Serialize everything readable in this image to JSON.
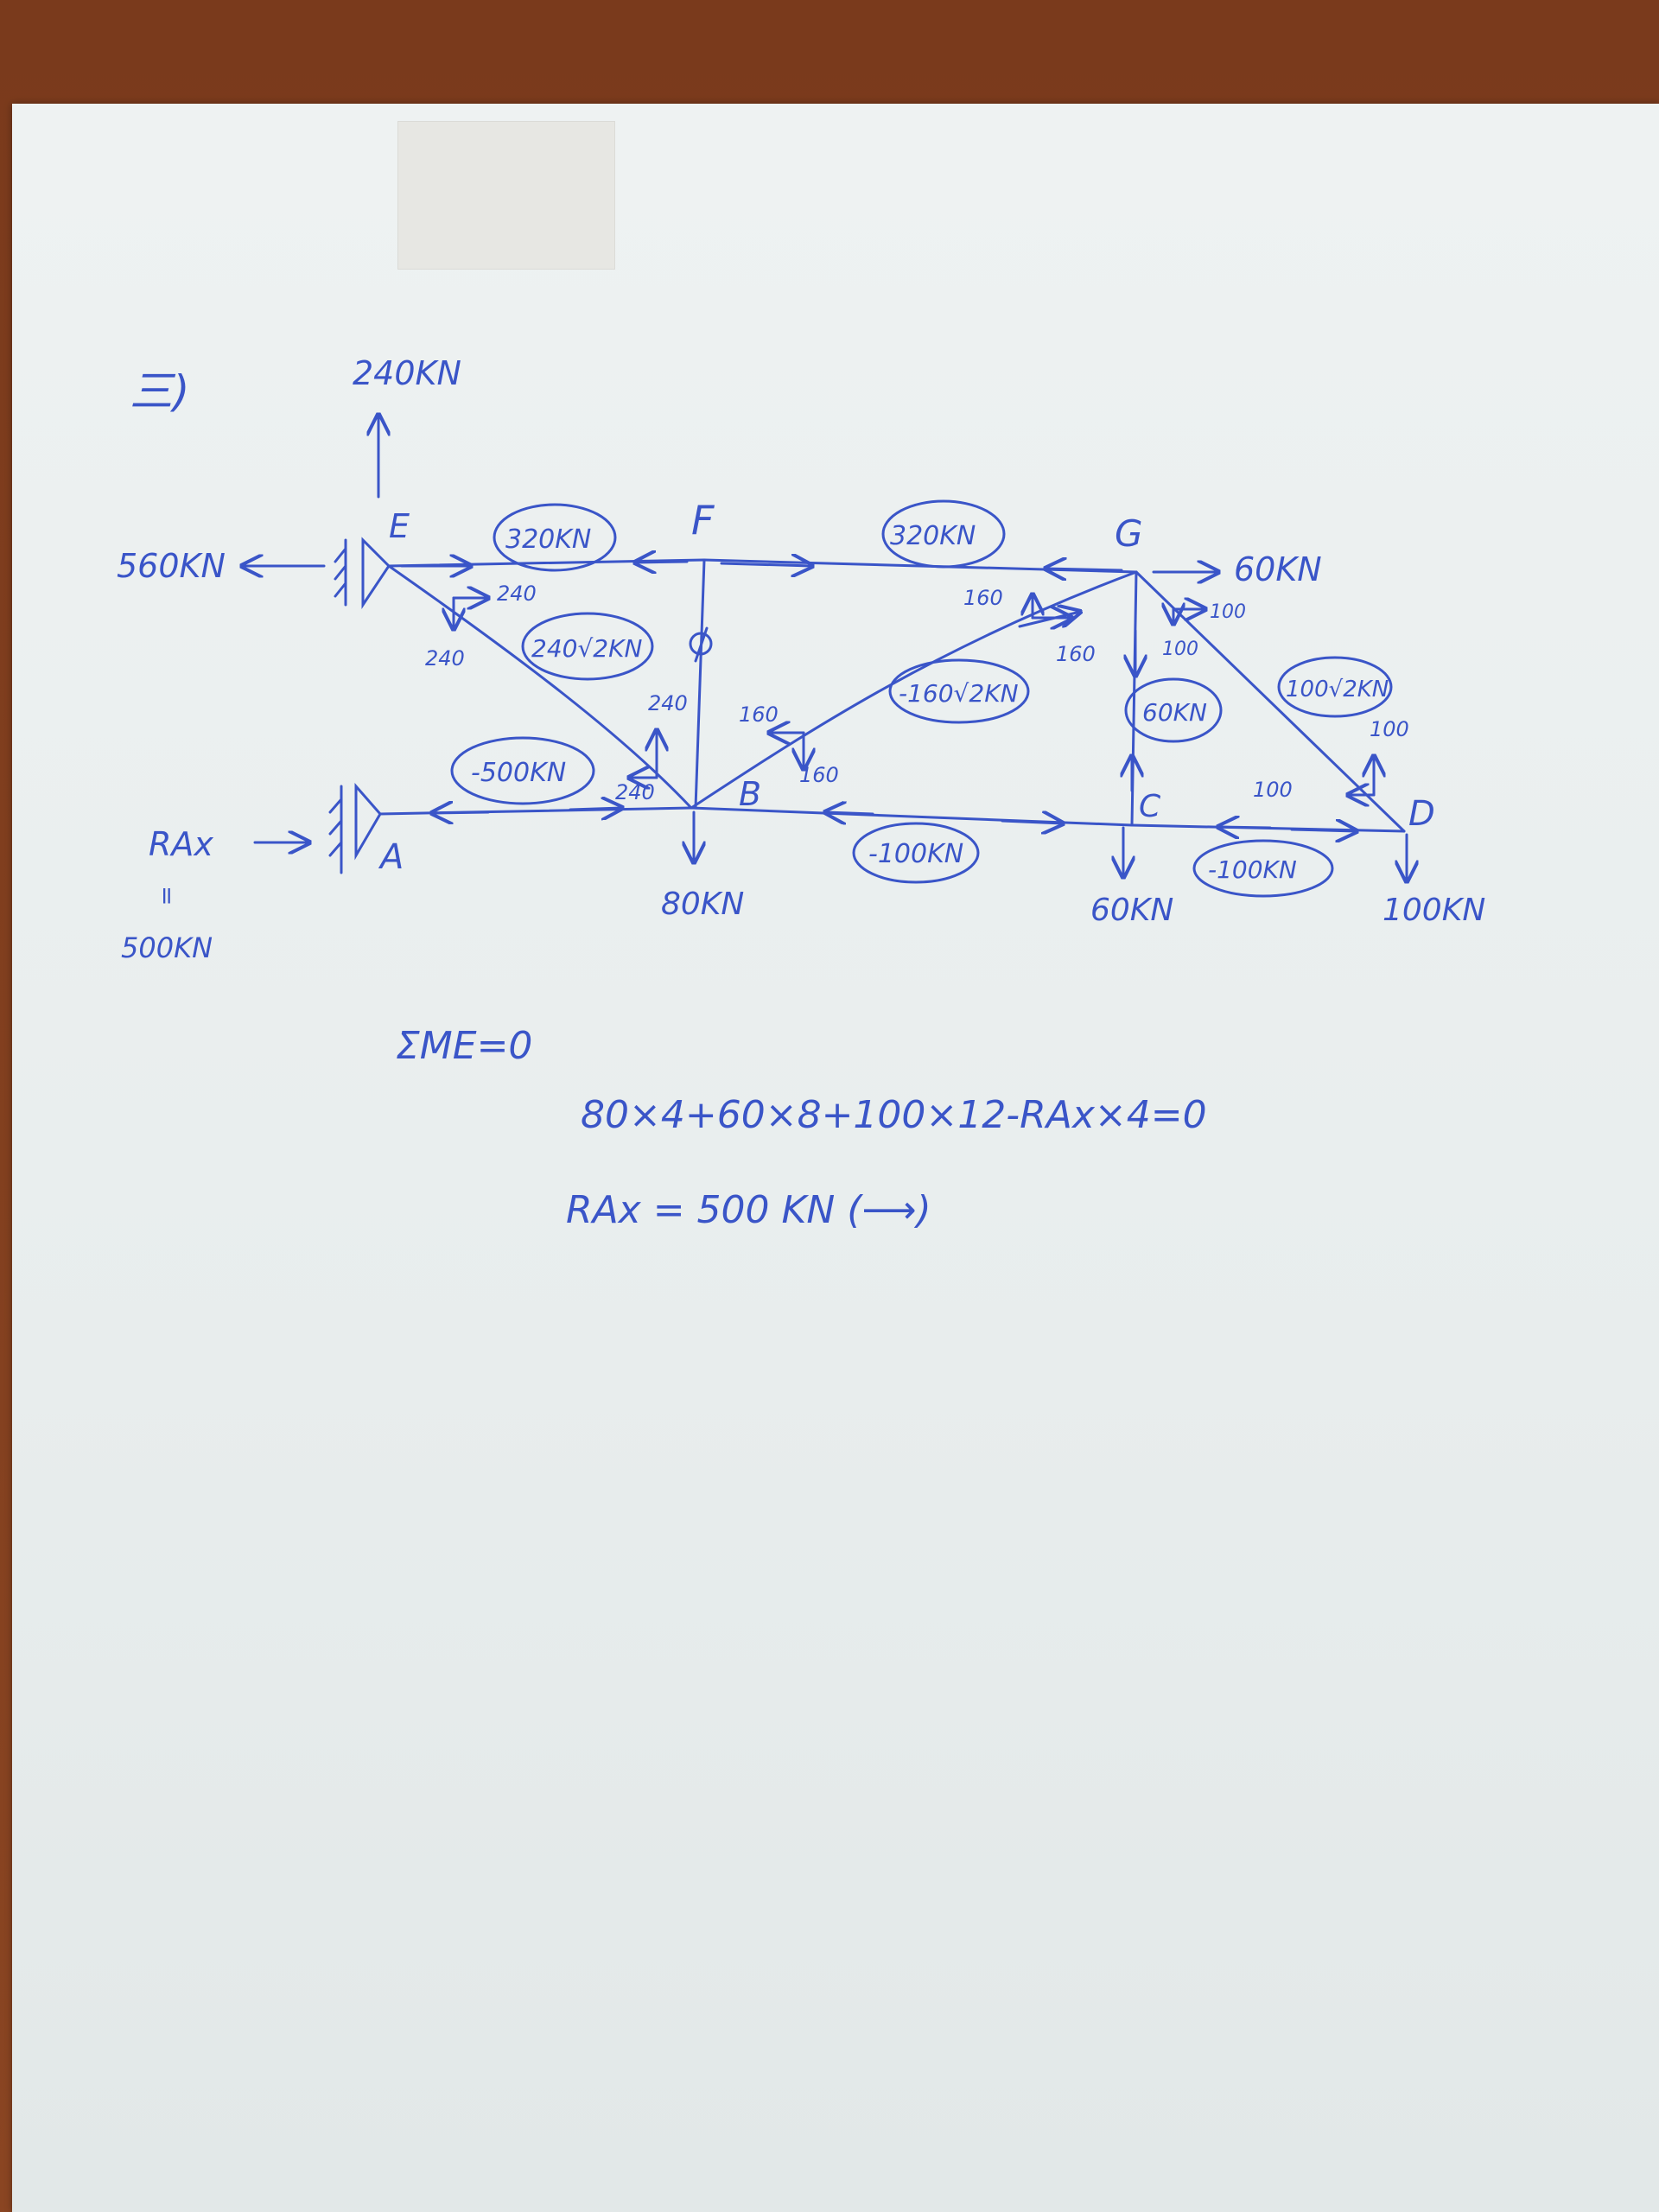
{
  "diagram": {
    "problem_label": "三)",
    "nodes": {
      "E": "E",
      "F": "F",
      "G": "G",
      "A": "A",
      "B": "B",
      "C": "C",
      "D": "D"
    },
    "external_loads": {
      "e_vertical": "240KN",
      "e_horizontal": "560KN",
      "g_horizontal": "60KN",
      "b_down": "80KN",
      "c_down": "60KN",
      "d_down": "100KN"
    },
    "reaction": {
      "symbol": "RAx",
      "equals": "=",
      "value": "500KN"
    },
    "member_forces": {
      "EF": "320KN",
      "FG": "320KN",
      "EB": "240√2KN",
      "AB": "-500KN",
      "BG": "-160√2KN",
      "GC": "60KN",
      "GD": "100√2KN",
      "BC": "-100KN",
      "CD": "-100KN"
    },
    "components": {
      "e_right": "240",
      "e_down": "240",
      "b_top": "240",
      "b_left": "240",
      "bg_left": "160",
      "bg_down": "160",
      "g_left": "160",
      "g_down": "160",
      "gd_right": "100",
      "gd_down": "100",
      "d_up": "100",
      "d_left": "100"
    },
    "zero_member_mark": "0"
  },
  "equations": {
    "moment_sum": "ΣME=0",
    "moment_eq": "80×4+60×8+100×12-RAx×4=0",
    "result": "RAx = 500 KN (⟶)"
  }
}
